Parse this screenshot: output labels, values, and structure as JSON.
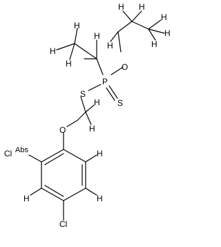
{
  "molecule": {
    "atoms": [
      {
        "id": "H1",
        "label": "H"
      },
      {
        "id": "H2",
        "label": "H"
      },
      {
        "id": "H3",
        "label": "H"
      },
      {
        "id": "H4",
        "label": "H"
      },
      {
        "id": "H5",
        "label": "H"
      },
      {
        "id": "H6",
        "label": "H"
      },
      {
        "id": "H7",
        "label": "H"
      },
      {
        "id": "H8",
        "label": "H"
      },
      {
        "id": "H9",
        "label": "H"
      },
      {
        "id": "H10",
        "label": "H"
      },
      {
        "id": "H11",
        "label": "H"
      },
      {
        "id": "H12",
        "label": "H"
      },
      {
        "id": "H13",
        "label": "H"
      },
      {
        "id": "H14",
        "label": "H"
      },
      {
        "id": "H15",
        "label": "H"
      },
      {
        "id": "O1",
        "label": "O"
      },
      {
        "id": "P1",
        "label": "P"
      },
      {
        "id": "S1",
        "label": "S"
      },
      {
        "id": "S2",
        "label": "S"
      },
      {
        "id": "O2",
        "label": "O"
      },
      {
        "id": "Abs",
        "label": "Abs"
      },
      {
        "id": "Cl1",
        "label": "Cl"
      },
      {
        "id": "Cl2",
        "label": "Cl"
      }
    ]
  }
}
